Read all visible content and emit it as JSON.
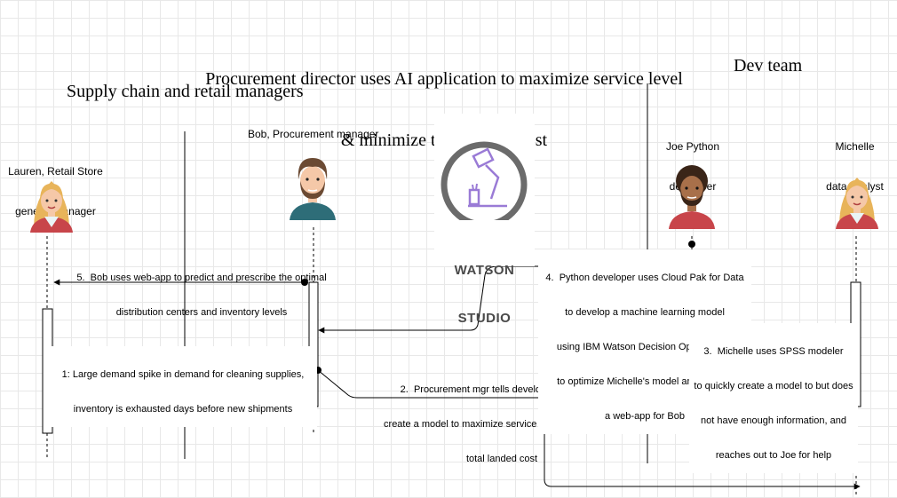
{
  "title": {
    "line1": "Procurement director uses AI application to maximize service level",
    "line2": "& minimize total landed cost"
  },
  "groups": {
    "left": "Supply chain and retail managers",
    "right": "Dev team"
  },
  "actors": {
    "lauren": {
      "line1": "Lauren, Retail Store",
      "line2": "general manager"
    },
    "bob": {
      "line1": "Bob, Procurement manager"
    },
    "joe": {
      "line1": "Joe Python",
      "line2": "developer"
    },
    "michelle": {
      "line1": "Michelle",
      "line2": "data analyst"
    }
  },
  "logo": {
    "line1": "WATSON",
    "line2": "STUDIO"
  },
  "messages": {
    "m1": {
      "line1": "1: Large demand spike in demand for cleaning supplies,",
      "line2": "inventory is exhausted days before new shipments"
    },
    "m2": {
      "line1": "2.  Procurement mgr tells development team to",
      "line2": "create a model to maximize service level and minimize",
      "line3": "total landed cost"
    },
    "m3": {
      "line1": "3.  Michelle uses SPSS modeler",
      "line2": "to quickly create a model to but does",
      "line3": "not have enough information, and",
      "line4": "reaches out to Joe for help"
    },
    "m4": {
      "line1": "4.  Python developer uses Cloud Pak for Data",
      "line2": "to develop a machine learning model",
      "line3": "using IBM Watson Decision Optimization",
      "line4": "to optimize Michelle's model and creates",
      "line5": "a web-app for Bob"
    },
    "m5": {
      "line1": "5.  Bob uses web-app to predict and prescribe the optimal",
      "line2": "distribution centers and inventory levels"
    }
  },
  "colors": {
    "logo_purple": "#9a7bd6",
    "logo_gray": "#6b6b6b",
    "skin": "#f5c8a8",
    "hair_blonde": "#e8b45a",
    "shirt_red": "#c8454a",
    "shirt_teal": "#2e6d78",
    "beard_brown": "#6b4a33"
  }
}
